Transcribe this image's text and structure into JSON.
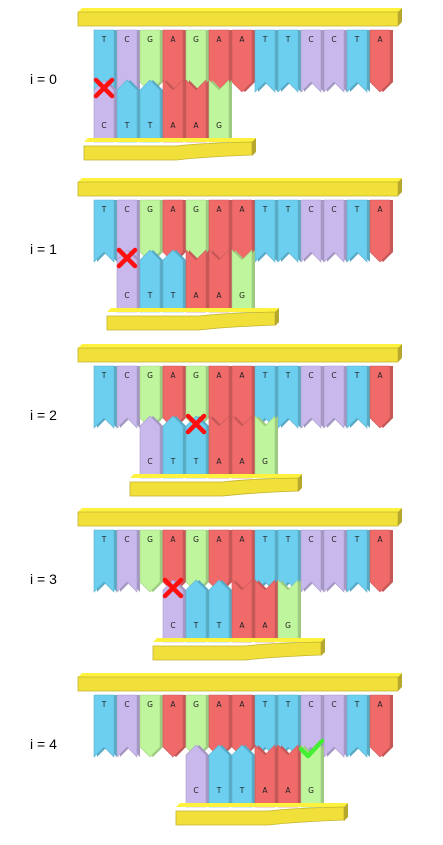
{
  "colors": {
    "A": "#f06a6a",
    "T": "#6ccff0",
    "C": "#c8b8ec",
    "G": "#bff59c",
    "backbone": "#f2e03a",
    "cross": "#ff1010",
    "check": "#44ee33"
  },
  "top_strand": [
    "T",
    "C",
    "G",
    "A",
    "G",
    "A",
    "A",
    "T",
    "T",
    "C",
    "C",
    "T",
    "A"
  ],
  "bottom_strand": [
    "C",
    "T",
    "T",
    "A",
    "A",
    "G"
  ],
  "rows": [
    {
      "label": "i = 0",
      "shift": 0,
      "result": "mismatch",
      "mark_at": 0
    },
    {
      "label": "i = 1",
      "shift": 1,
      "result": "mismatch",
      "mark_at": 0
    },
    {
      "label": "i = 2",
      "shift": 2,
      "result": "mismatch",
      "mark_at": 2
    },
    {
      "label": "i = 3",
      "shift": 3,
      "result": "mismatch",
      "mark_at": 0
    },
    {
      "label": "i = 4",
      "shift": 4,
      "result": "match",
      "mark_at": 5
    }
  ],
  "icons": {
    "mismatch": "cross-icon",
    "match": "check-icon"
  }
}
